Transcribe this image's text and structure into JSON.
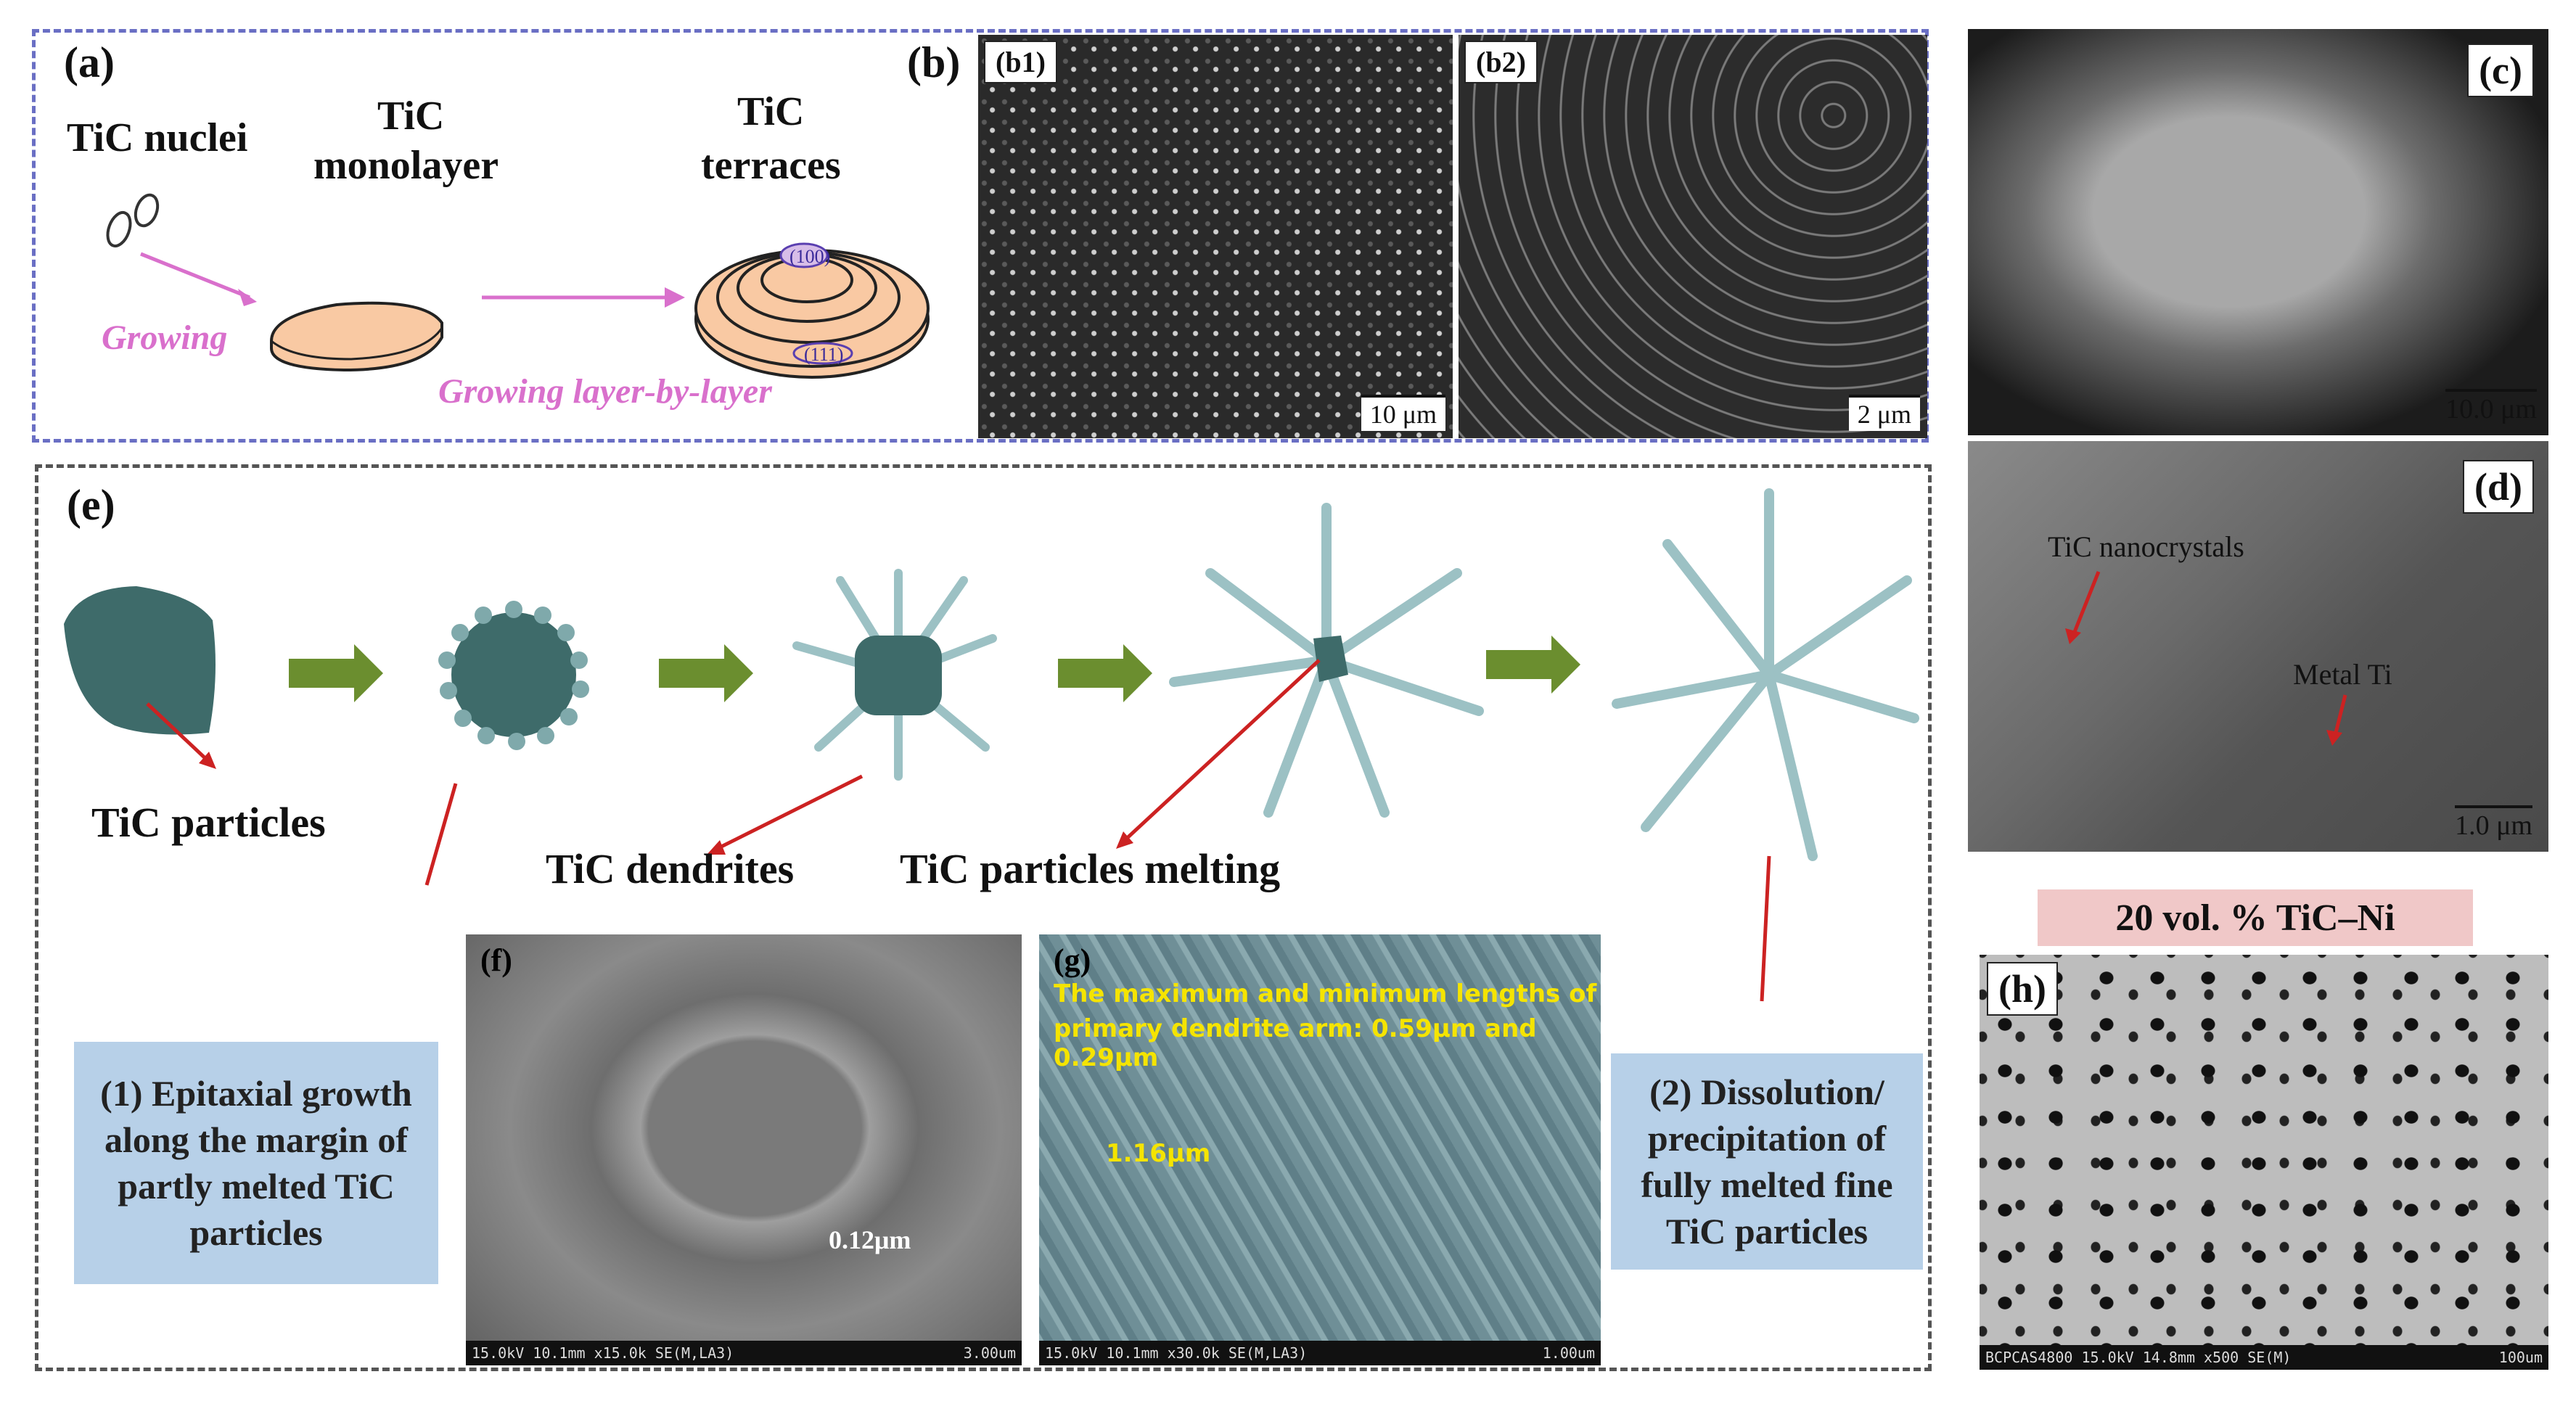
{
  "panel_a": {
    "tag": "(a)",
    "nuclei_label": "TiC nuclei",
    "monolayer_label_1": "TiC",
    "monolayer_label_2": "monolayer",
    "terraces_label_1": "TiC",
    "terraces_label_2": "terraces",
    "growing": "Growing",
    "growing_layer": "Growing layer-by-layer",
    "plane_top": "(100)",
    "plane_side": "(111)"
  },
  "panel_b": {
    "tag": "(b)",
    "b1": "(b1)",
    "b2": "(b2)",
    "b1_scale": "10 μm",
    "b2_scale": "2 μm"
  },
  "panel_c": {
    "tag": "(c)",
    "scale": "10.0 μm"
  },
  "panel_d": {
    "tag": "(d)",
    "nano": "TiC nanocrystals",
    "metal": "Metal Ti",
    "scale": "1.0 μm"
  },
  "panel_e": {
    "tag": "(e)",
    "particles": "TiC particles",
    "dendrites": "TiC dendrites",
    "melting": "TiC particles melting",
    "box1": "(1) Epitaxial growth along the margin of partly melted TiC particles",
    "box2": "(2) Dissolution/ precipitation of fully melted fine TiC particles"
  },
  "panel_f": {
    "tag": "(f)",
    "measure": "0.12μm",
    "info_left": "15.0kV 10.1mm x15.0k SE(M,LA3)",
    "info_right": "3.00um"
  },
  "panel_g": {
    "tag": "(g)",
    "note_line1": "The maximum and minimum lengths of",
    "note_line2": "primary dendrite arm: 0.59μm and 0.29μm",
    "measure": "1.16μm",
    "info_left": "15.0kV 10.1mm x30.0k SE(M,LA3)",
    "info_right": "1.00um"
  },
  "panel_h": {
    "tag": "(h)",
    "title": "20 vol. % TiC–Ni",
    "info_left": "BCPCAS4800 15.0kV 14.8mm x500 SE(M)",
    "info_right": "100um"
  },
  "colors": {
    "teal": "#3e6b6a",
    "dendrite": "#9cc1c4",
    "orange": "#f9c9a3",
    "magenta": "#d970cc",
    "arrow_green": "#6b8e2f",
    "red": "#cc2222",
    "blue_box": "#b7d0e8",
    "pink_title": "#f0c8c8"
  }
}
